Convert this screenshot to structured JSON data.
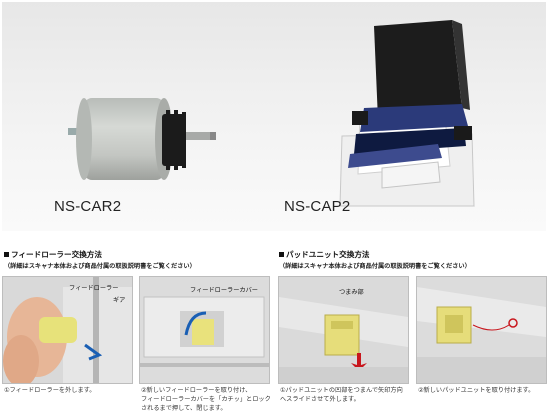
{
  "products": [
    {
      "label": "NS-CAR2",
      "icon": "feed-roller-icon"
    },
    {
      "label": "NS-CAP2",
      "icon": "pad-unit-icon"
    }
  ],
  "sections": [
    {
      "title": "フィードローラー交換方法",
      "note": "（詳細はスキャナ本体および商品付属の取扱説明書をご覧ください）",
      "steps": [
        {
          "callouts": [
            "フィードローラー",
            "ギア"
          ],
          "caption": "①フィードローラーを外します。"
        },
        {
          "callouts": [
            "フィードローラーカバー"
          ],
          "caption_lines": [
            "②新しいフィードローラーを取り付け、",
            "フィードローラーカバーを「カチッ」とロック",
            "されるまで押して、閉じます。"
          ]
        }
      ]
    },
    {
      "title": "パッドユニット交換方法",
      "note": "（詳細はスキャナ本体および商品付属の取扱説明書をご覧ください）",
      "steps": [
        {
          "callouts": [
            "つまみ部"
          ],
          "caption_lines": [
            "①パッドユニットの凹部をつまんで矢印方向",
            "へスライドさせて外します。"
          ]
        },
        {
          "callouts": [],
          "caption": "②新しいパッドユニットを取り付けます。"
        }
      ]
    }
  ],
  "colors": {
    "accent_arrow": "#1a5fb4",
    "pad_blue": "#2b3a7a",
    "roller_grey": "#c9ccc8",
    "gear_black": "#1b1b1b"
  }
}
